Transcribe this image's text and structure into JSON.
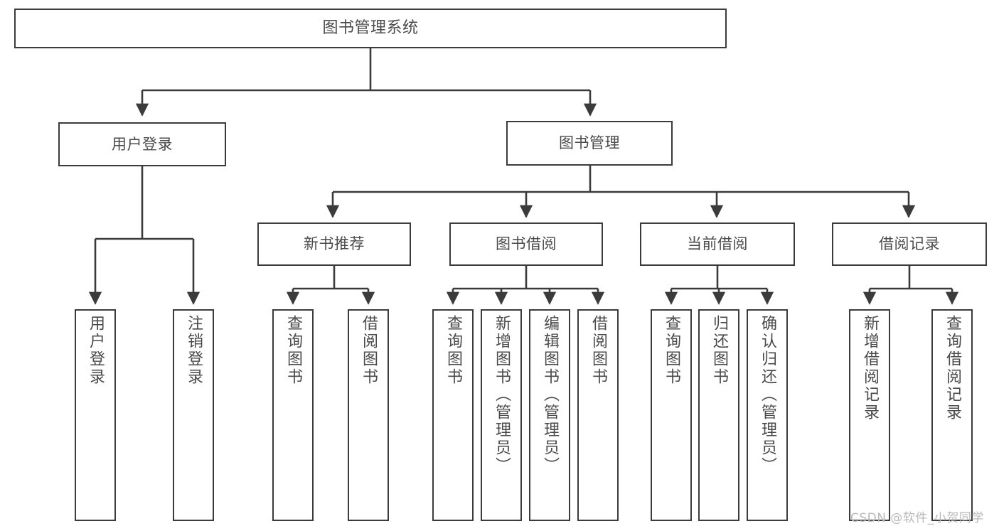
{
  "diagram": {
    "title": "图书管理系统",
    "type": "tree-hierarchy",
    "colors": {
      "box_border": "#3b3b3b",
      "box_fill": "#ffffff",
      "text": "#4a4a4a",
      "edge": "#3b3b3b",
      "watermark": "#b9b9b9",
      "background": "#ffffff"
    }
  },
  "nodes": {
    "root": {
      "label": "图书管理系统"
    },
    "level1": [
      {
        "label": "用户登录"
      },
      {
        "label": "图书管理"
      }
    ],
    "level2": [
      {
        "label": "新书推荐"
      },
      {
        "label": "图书借阅"
      },
      {
        "label": "当前借阅"
      },
      {
        "label": "借阅记录"
      }
    ],
    "leaves": {
      "user_login": [
        {
          "label": "用户登录"
        },
        {
          "label": "注销登录"
        }
      ],
      "new_book_recommend": [
        {
          "label": "查询图书"
        },
        {
          "label": "借阅图书"
        }
      ],
      "book_borrow": [
        {
          "label": "查询图书"
        },
        {
          "label": "新增图书（管理员）"
        },
        {
          "label": "编辑图书（管理员）"
        },
        {
          "label": "借阅图书"
        }
      ],
      "current_borrow": [
        {
          "label": "查询图书"
        },
        {
          "label": "归还图书"
        },
        {
          "label": "确认归还（管理员）"
        }
      ],
      "borrow_record": [
        {
          "label": "新增借阅记录"
        },
        {
          "label": "查询借阅记录"
        }
      ]
    }
  },
  "watermark": {
    "text": "CSDN @软件_小贺同学"
  }
}
